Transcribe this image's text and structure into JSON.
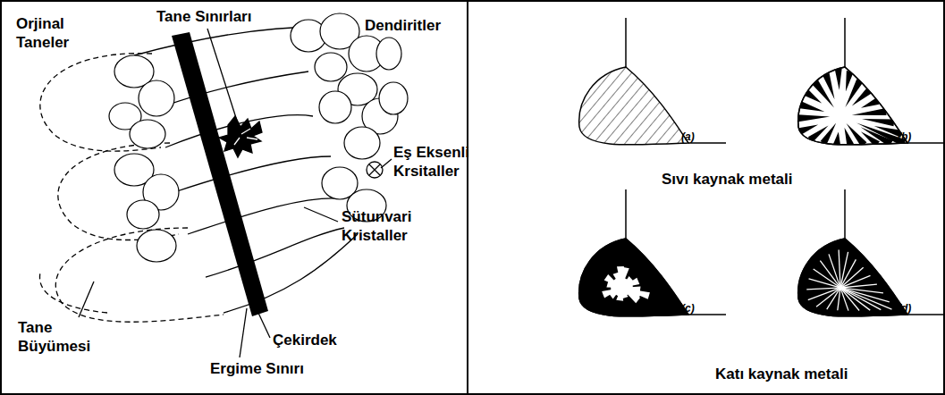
{
  "diagram": {
    "labels": [
      "Orjinal Taneler",
      "Tane Sınırları",
      "Dendiritler",
      "Eş Eksenli Krsitaller",
      "Sütunvari Kristaller",
      "Tane Büyümesi",
      "Çekirdek",
      "Ergime Sınırı",
      "(a)",
      "(b)",
      "(c)",
      "(d)",
      "Sıvı kaynak metali",
      "Katı kaynak metali"
    ]
  }
}
